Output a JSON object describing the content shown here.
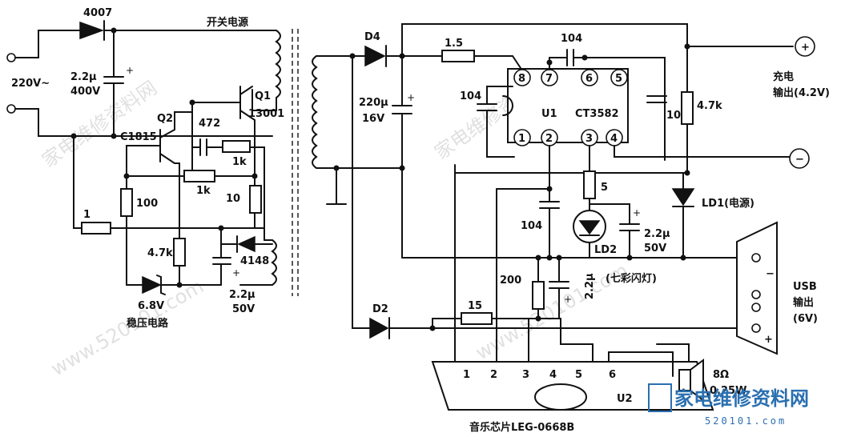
{
  "power_supply": {
    "title": "开关电源",
    "ac_input": "220V~",
    "regulator_caption": "稳压电路"
  },
  "components": {
    "diode_input": "4007",
    "cap_input_value": "2.2μ",
    "cap_input_voltage": "400V",
    "q1_name": "Q1",
    "q1_part": "13001",
    "q2_name": "Q2",
    "q2_part": "C1815",
    "cap_472": "472",
    "r_1k_top": "1k",
    "r_1k_mid": "1k",
    "r_10": "10",
    "r_100": "100",
    "r_1": "1",
    "r_4k7_left": "4.7k",
    "zener": "6.8V",
    "diode_4148": "4148",
    "cap_fb_value": "2.2μ",
    "cap_fb_voltage": "50V",
    "d4": "D4",
    "d2": "D2",
    "r_1_5": "1.5",
    "cap_220_value": "220μ",
    "cap_220_voltage": "16V",
    "cap_104_top": "104",
    "cap_104_left": "104",
    "cap_104_right": "104",
    "cap_104_low": "104",
    "r_4k7_right": "4.7k",
    "r_5": "5",
    "r_200": "200",
    "r_15": "15",
    "cap_ld2_value": "2.2μ",
    "cap_ld2_voltage": "50V",
    "cap_u1_low": "2.2μ",
    "speaker_ohm": "8Ω",
    "speaker_watt": "0.25W"
  },
  "ic_u1": {
    "name": "U1",
    "part": "CT3582",
    "top_pins": [
      "8",
      "7",
      "6",
      "5"
    ],
    "bottom_pins": [
      "1",
      "2",
      "3",
      "4"
    ]
  },
  "leds": {
    "ld1": "LD1(电源)",
    "ld2": "LD2",
    "ld2_caption": "(七彩闪灯)"
  },
  "outputs": {
    "charge_plus": "+",
    "charge_minus": "−",
    "charge_label_1": "充电",
    "charge_label_2": "输出(4.2V)",
    "usb_label_1": "USB",
    "usb_label_2": "输出",
    "usb_label_3": "(6V)",
    "usb_minus": "−",
    "usb_plus": "+"
  },
  "music_chip": {
    "u2": "U2",
    "pins": [
      "1",
      "2",
      "3",
      "4",
      "5",
      "6"
    ],
    "caption": "音乐芯片LEG-0668B"
  },
  "watermark": {
    "text": "家电维修资料网",
    "url": "www.520101.com",
    "brand": "家电维修资料网",
    "brand_url": "520101.com"
  }
}
